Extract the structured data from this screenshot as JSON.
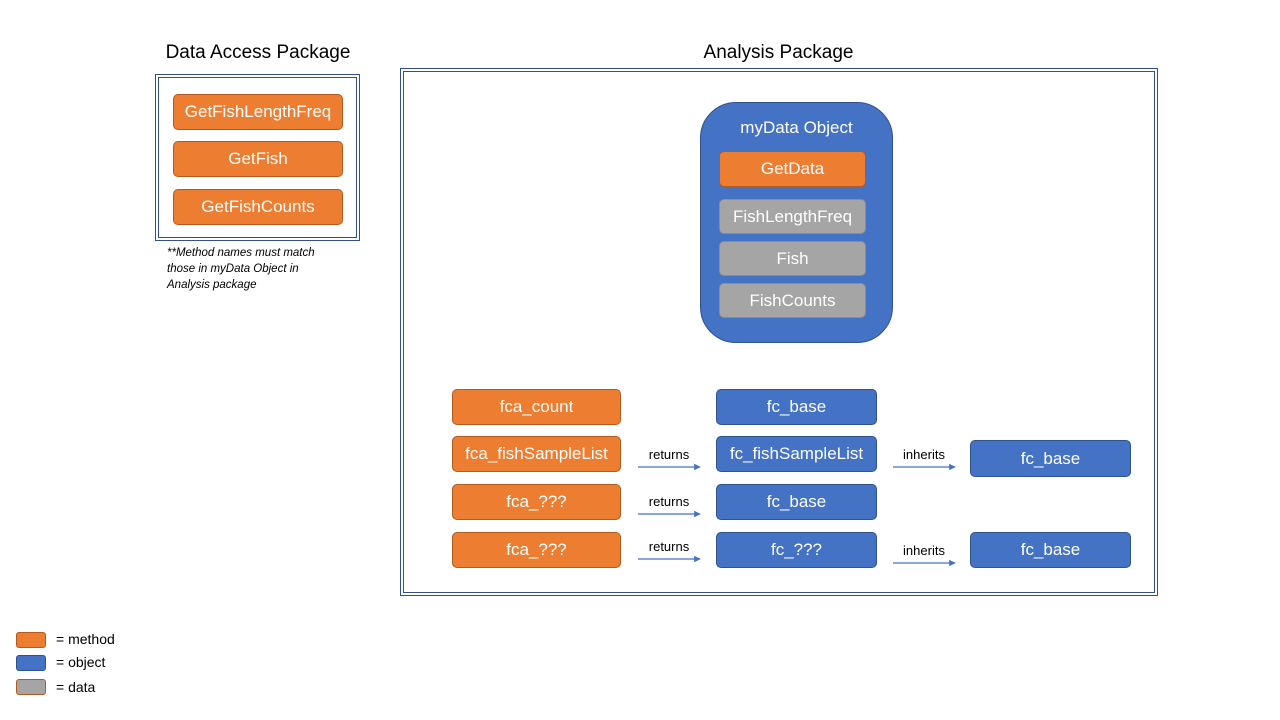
{
  "data_access": {
    "title": "Data Access Package",
    "methods": [
      "GetFishLengthFreq",
      "GetFish",
      "GetFishCounts"
    ],
    "note": "**Method  names must match those in myData Object in Analysis package"
  },
  "analysis": {
    "title": "Analysis Package",
    "mydata": {
      "title": "myData Object",
      "method": "GetData",
      "data": [
        "FishLengthFreq",
        "Fish",
        "FishCounts"
      ]
    },
    "rows": [
      {
        "method": "fca_count",
        "arrow1": "",
        "object": "fc_base",
        "arrow2": "",
        "parent": ""
      },
      {
        "method": "fca_fishSampleList",
        "arrow1": "returns",
        "object": "fc_fishSampleList",
        "arrow2": "inherits",
        "parent": "fc_base"
      },
      {
        "method": "fca_???",
        "arrow1": "returns",
        "object": "fc_base",
        "arrow2": "",
        "parent": ""
      },
      {
        "method": "fca_???",
        "arrow1": "returns",
        "object": "fc_???",
        "arrow2": "inherits",
        "parent": "fc_base"
      }
    ]
  },
  "legend": [
    {
      "label": "= method",
      "color": "#ed7d31"
    },
    {
      "label": "= object",
      "color": "#4472c4"
    },
    {
      "label": "= data",
      "color": "#a5a5a5"
    }
  ]
}
